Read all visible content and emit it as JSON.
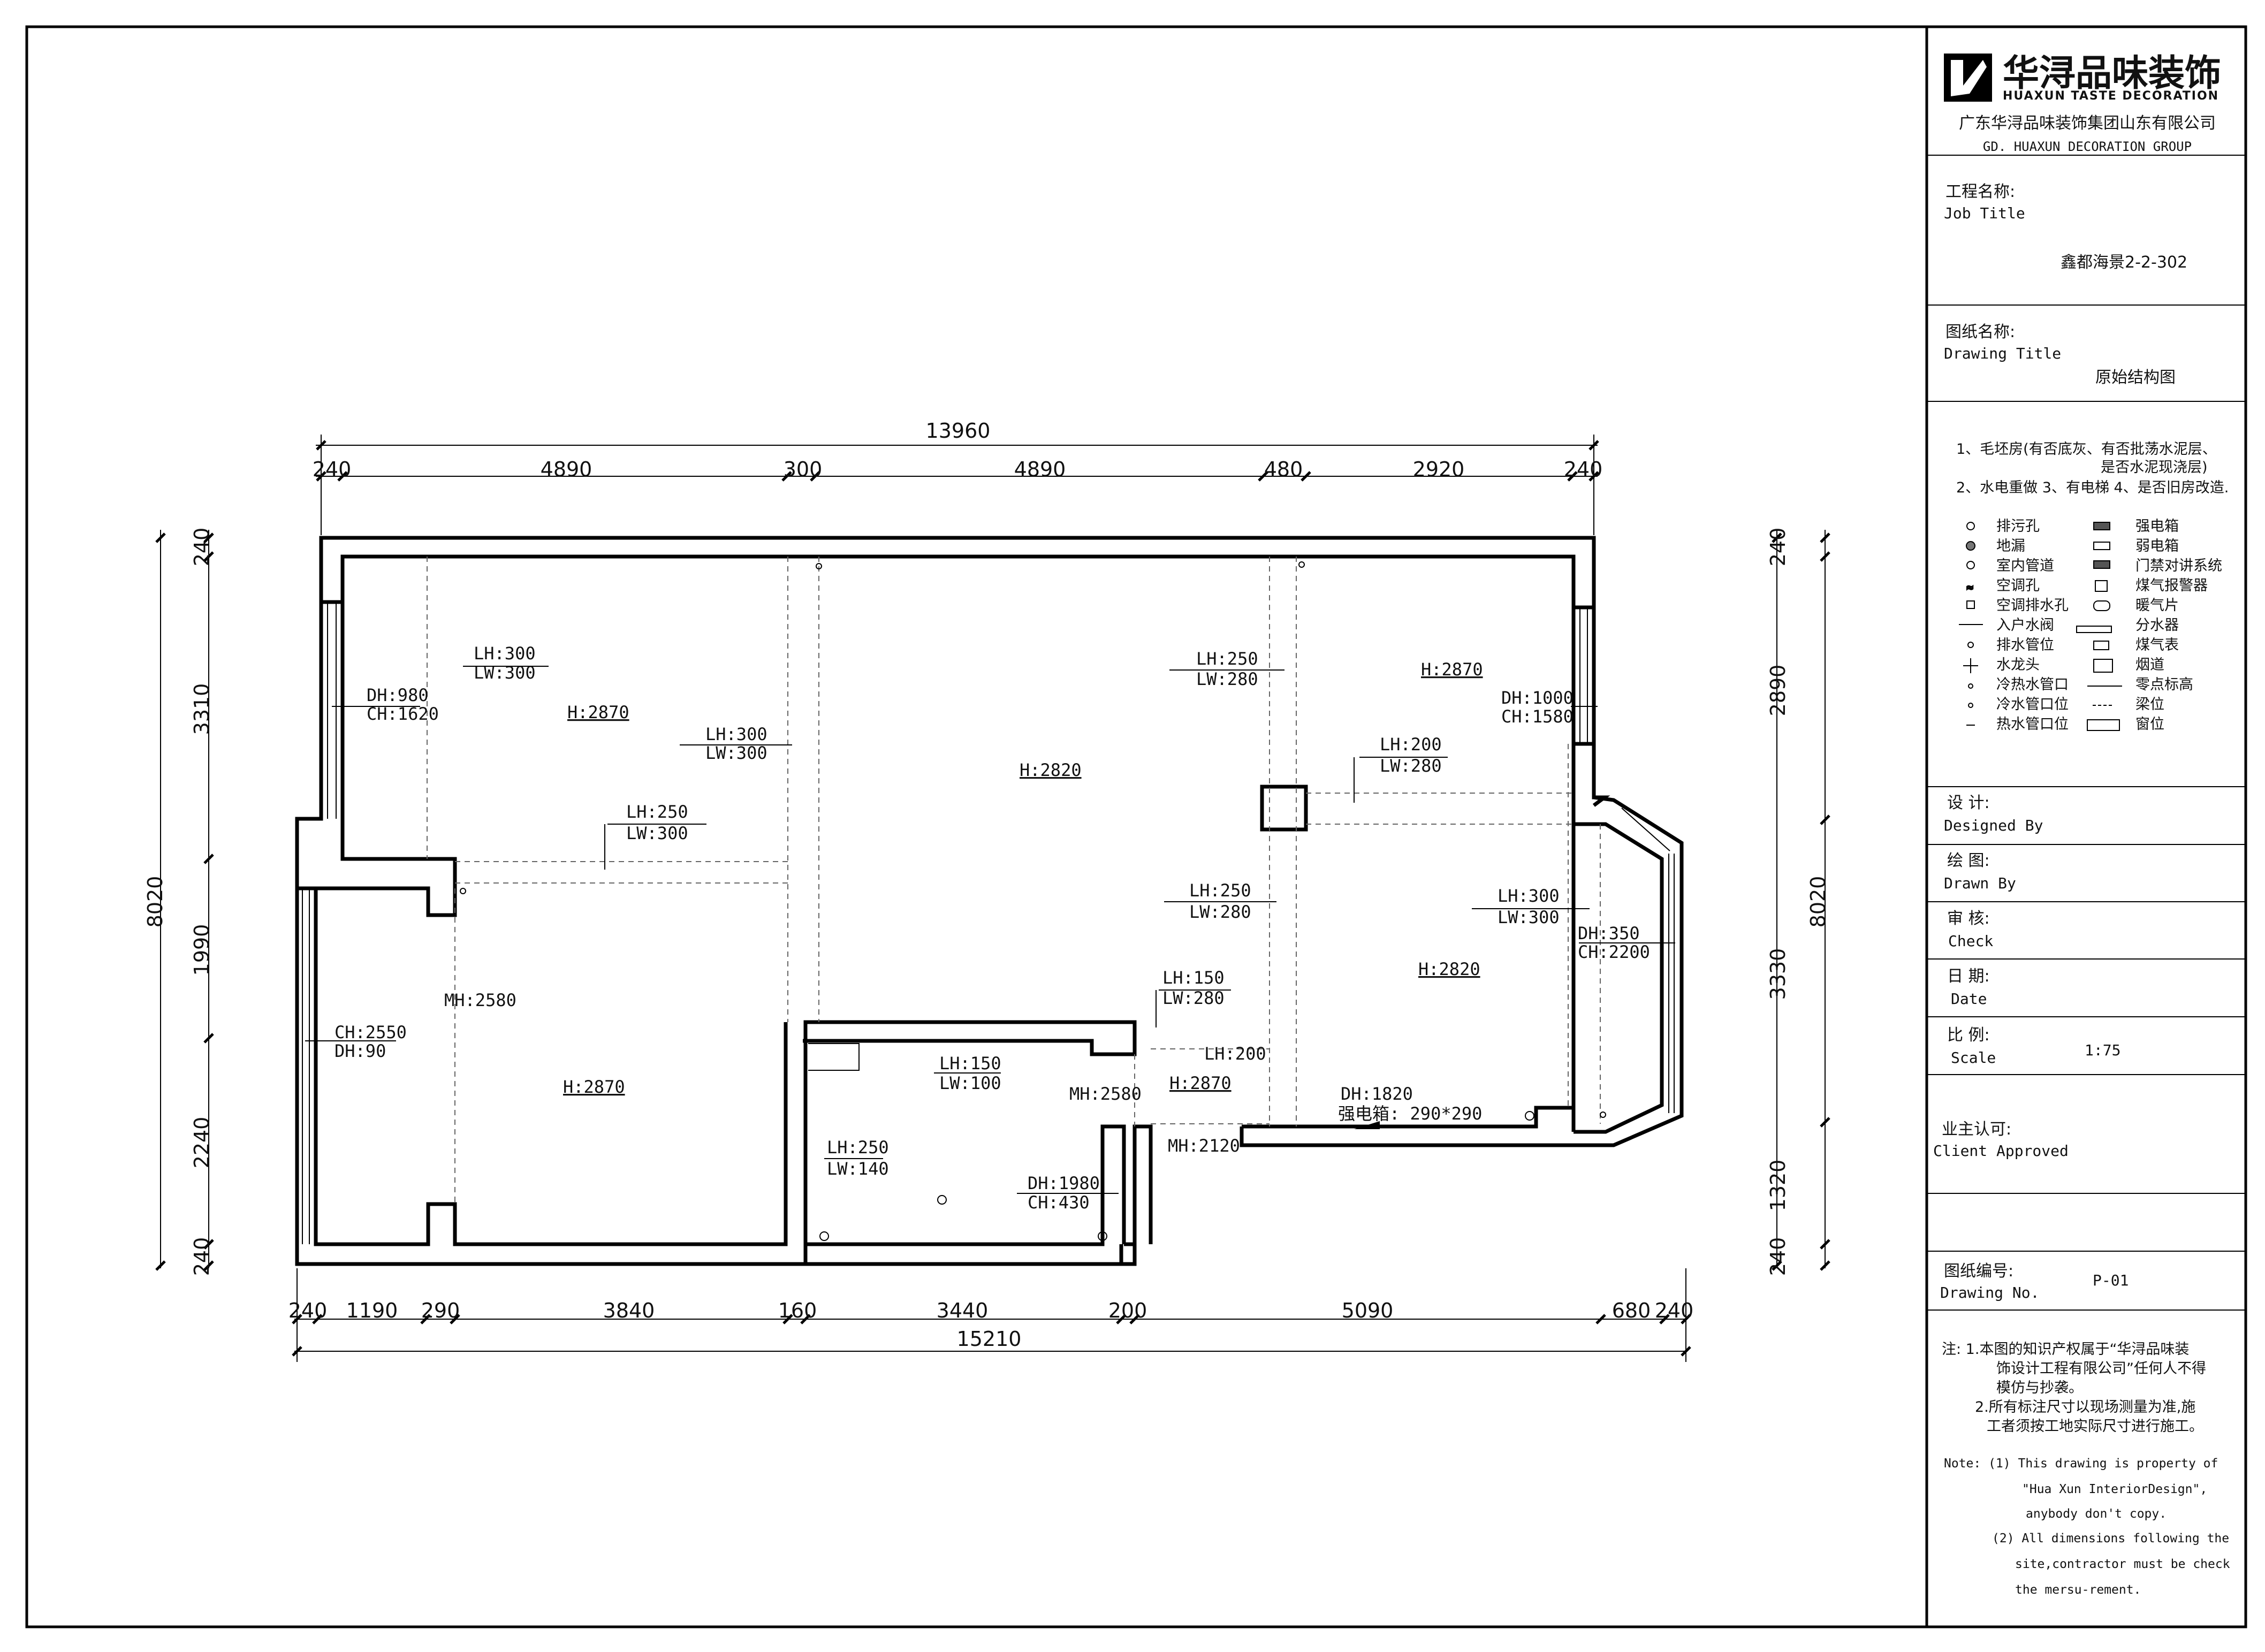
{
  "company": {
    "brand": "华浔品味装饰",
    "brand_en": "HUAXUN TASTE DECORATION",
    "group_cn": "广东华浔品味装饰集团山东有限公司",
    "group_en": "GD. HUAXUN  DECORATION  GROUP"
  },
  "job": {
    "label_cn": "工程名称:",
    "label_en": "Job Title",
    "value": "鑫都海景2-2-302"
  },
  "drawing": {
    "label_cn": "图纸名称:",
    "label_en": "Drawing Title",
    "value": "原始结构图"
  },
  "notes_top": [
    "1、毛坯房(有否底灰、有否批荡水泥层、",
    "是否水泥现浇层)",
    "2、水电重做 3、有电梯 4、是否旧房改造."
  ],
  "legend_left": [
    "排污孔",
    "地漏",
    "室内管道",
    "空调孔",
    "空调排水孔",
    "入户水阀",
    "排水管位",
    "水龙头",
    "冷热水管口",
    "冷水管口位",
    "热水管口位"
  ],
  "legend_right": [
    "强电箱",
    "弱电箱",
    "门禁对讲系统",
    "煤气报警器",
    "暖气片",
    "分水器",
    "煤气表",
    "烟道",
    "零点标高",
    "梁位",
    "窗位"
  ],
  "designed": {
    "cn": "设  计:",
    "en": "Designed By"
  },
  "drawn": {
    "cn": "绘  图:",
    "en": "Drawn By"
  },
  "check": {
    "cn": "审  核:",
    "en": "Check"
  },
  "date": {
    "cn": "日  期:",
    "en": "Date"
  },
  "scale": {
    "cn": "比  例:",
    "en": "Scale",
    "value": "1:75"
  },
  "client": {
    "cn": "业主认可:",
    "en": "Client Approved"
  },
  "drawing_no": {
    "cn": "图纸编号:",
    "en": "Drawing No.",
    "value": "P-01"
  },
  "notes_cn": [
    "注: 1.本图的知识产权属于“华浔品味装",
    "饰设计工程有限公司”任何人不得",
    "模仿与抄袭。",
    "2.所有标注尺寸以现场测量为准,施",
    "工者须按工地实际尺寸进行施工。"
  ],
  "notes_en": [
    "Note:  (1) This drawing is property of",
    "\"Hua Xun InteriorDesign\",",
    "anybody don't copy.",
    "(2) All dimensions following the",
    "site,contractor must be check",
    "the mersu-rement."
  ],
  "dims_top_total": "13960",
  "dims_top": [
    "240",
    "4890",
    "300",
    "4890",
    "480",
    "2920",
    "240"
  ],
  "dims_bottom_total": "15210",
  "dims_bottom": [
    "240",
    "1190",
    "290",
    "3840",
    "160",
    "3440",
    "200",
    "5090",
    "680",
    "240"
  ],
  "dims_left_total": "8020",
  "dims_left": [
    "240",
    "3310",
    "1990",
    "2240",
    "240"
  ],
  "dims_right_total": "8020",
  "dims_right": [
    "240",
    "2890",
    "3330",
    "1320",
    "240"
  ],
  "plan_labels": {
    "dh980": "DH:980",
    "ch1620": "CH:1620",
    "lh300a": "LH:300",
    "lw300a": "LW:300",
    "h2870a": "H:2870",
    "lh300b": "LH:300",
    "lw300b": "LW:300",
    "lh250a": "LH:250",
    "lw300c": "LW:300",
    "h2820a": "H:2820",
    "lh250b": "LH:250",
    "lw280a": "LW:280",
    "h2870b": "H:2870",
    "dh1000": "DH:1000",
    "ch1580": "CH:1580",
    "lh200a": "LH:200",
    "lw280b": "LW:280",
    "lh250c": "LH:250",
    "lw280c": "LW:280",
    "lh300c": "LH:300",
    "lw300d": "LW:300",
    "dh350": "DH:350",
    "ch2200": "CH:2200",
    "h2820b": "H:2820",
    "mh2580a": "MH:2580",
    "ch2550": "CH:2550",
    "dh90": "DH:90",
    "h2870c": "H:2870",
    "lh150a": "LH:150",
    "lw280d": "LW:280",
    "lh150b": "LH:150",
    "lw100": "LW:100",
    "lh200b": "LH:200",
    "mh2580b": "MH:2580",
    "h2870d": "H:2870",
    "dh1820": "DH:1820",
    "panel": "强电箱: 290*290",
    "lh250d": "LH:250",
    "lw140": "LW:140",
    "dh1980": "DH:1980",
    "ch430": "CH:430",
    "mh2120": "MH:2120"
  }
}
